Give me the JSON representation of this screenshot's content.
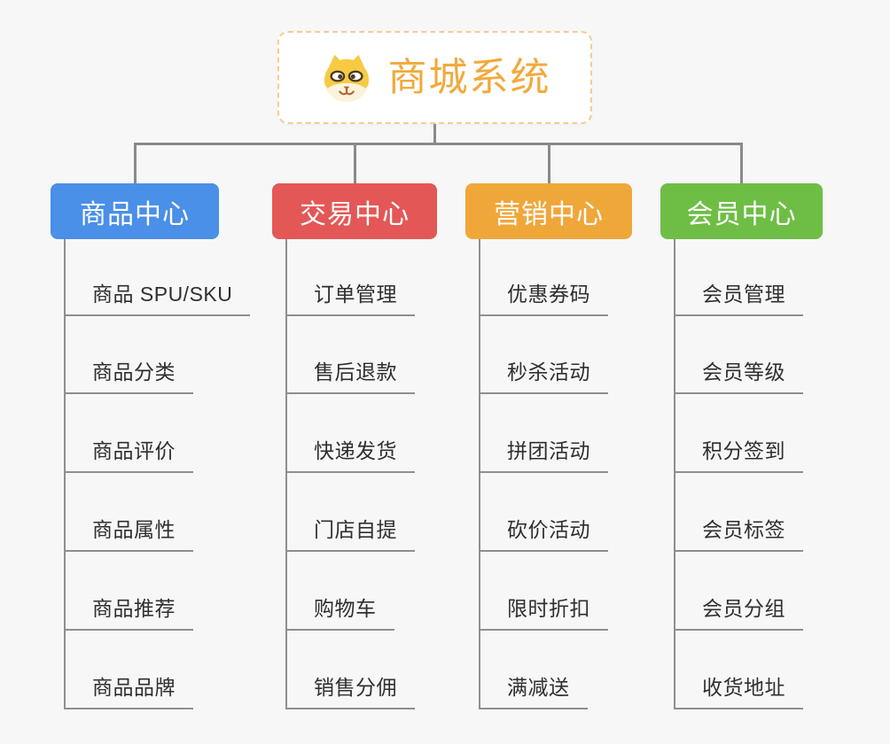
{
  "page": {
    "background_color": "#f7f7f8"
  },
  "root": {
    "title": "商城系统",
    "icon": "dog-face-icon",
    "title_color": "#F2A93C",
    "border_color": "#F5CD90",
    "background_color": "#FFFFFF"
  },
  "connector_color": "#8A8A8A",
  "line_color": "#8F8F8F",
  "item_text_color": "#2F2F2F",
  "branches": [
    {
      "label": "商品中心",
      "color": "#4A8FE8",
      "items": [
        "商品 SPU/SKU",
        "商品分类",
        "商品评价",
        "商品属性",
        "商品推荐",
        "商品品牌"
      ]
    },
    {
      "label": "交易中心",
      "color": "#E45757",
      "items": [
        "订单管理",
        "售后退款",
        "快递发货",
        "门店自提",
        "购物车",
        "销售分佣"
      ]
    },
    {
      "label": "营销中心",
      "color": "#F0A73A",
      "items": [
        "优惠券码",
        "秒杀活动",
        "拼团活动",
        "砍价活动",
        "限时折扣",
        "满减送"
      ]
    },
    {
      "label": "会员中心",
      "color": "#6EBE45",
      "items": [
        "会员管理",
        "会员等级",
        "积分签到",
        "会员标签",
        "会员分组",
        "收货地址"
      ]
    }
  ]
}
